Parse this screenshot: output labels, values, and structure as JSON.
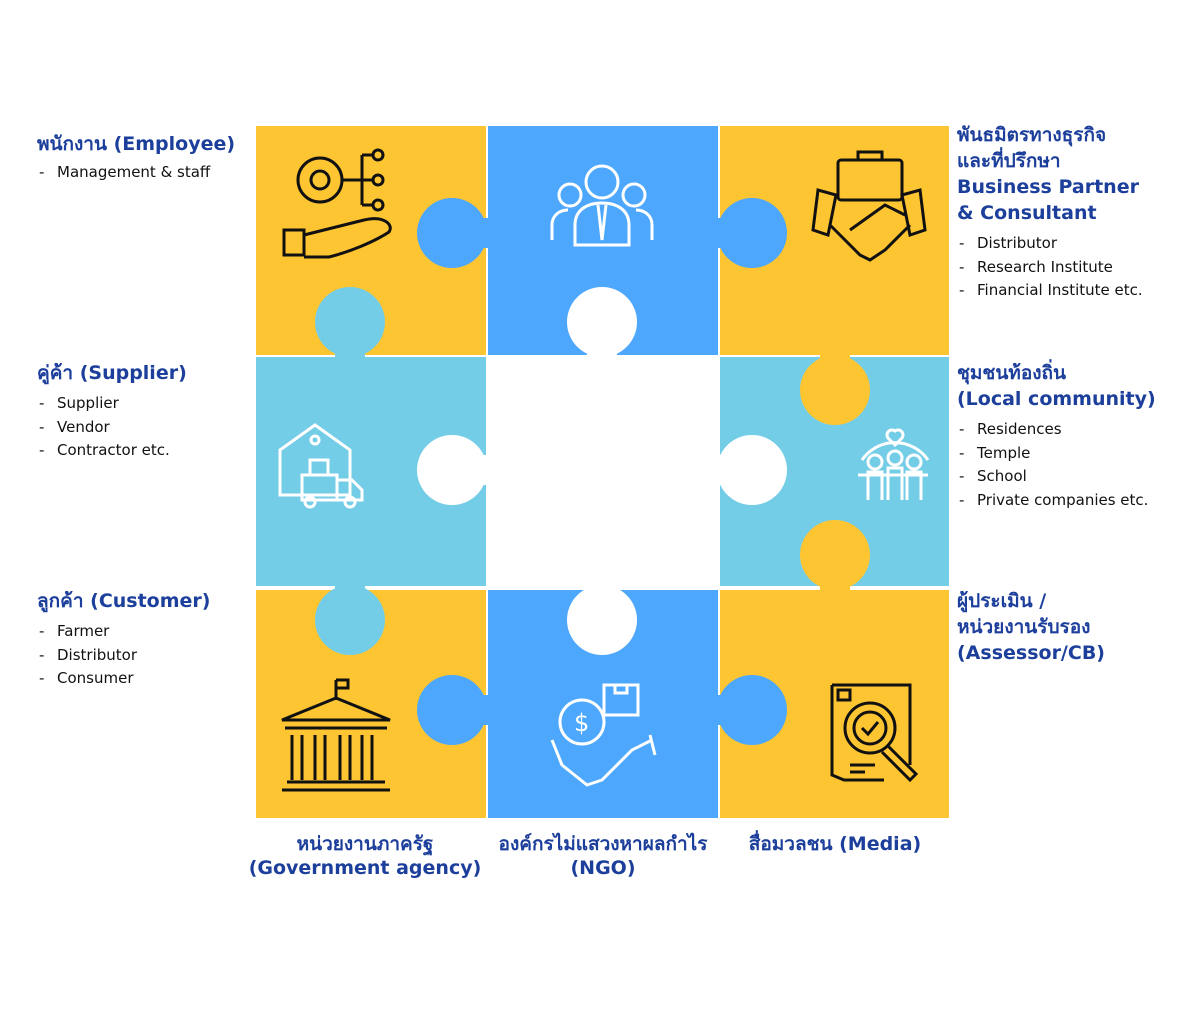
{
  "colors": {
    "yellow": "#FDC532",
    "blue": "#4DA8FD",
    "light_blue": "#74CDE7",
    "text": "#1d3f9c"
  },
  "left": [
    {
      "title": "พนักงาน (Employee)",
      "items": [
        "Management & staff"
      ]
    },
    {
      "title": "คู่ค้า (Supplier)",
      "items": [
        "Supplier",
        "Vendor",
        "Contractor etc."
      ]
    },
    {
      "title": "ลูกค้า (Customer)",
      "items": [
        "Farmer",
        "Distributor",
        "Consumer"
      ]
    }
  ],
  "right": [
    {
      "title_lines": [
        "พันธมิตรทางธุรกิจ",
        "และที่ปรึกษา",
        "Business Partner",
        "& Consultant"
      ],
      "items": [
        "Distributor",
        "Research Institute",
        "Financial Institute  etc."
      ]
    },
    {
      "title_lines": [
        "ชุมชนท้องถิ่น",
        "(Local community)"
      ],
      "items": [
        "Residences",
        "Temple",
        "School",
        "Private companies etc."
      ]
    },
    {
      "title_lines": [
        "ผู้ประเมิน /",
        "หน่วยงานรับรอง",
        "(Assessor/CB)"
      ]
    }
  ],
  "bottom": [
    {
      "lines": [
        "หน่วยงานภาครัฐ",
        "(Government agency)"
      ]
    },
    {
      "lines": [
        "องค์กรไม่แสวงหาผลกำไร",
        "(NGO)"
      ]
    },
    {
      "lines": [
        "สื่อมวลชน (Media)"
      ]
    }
  ]
}
